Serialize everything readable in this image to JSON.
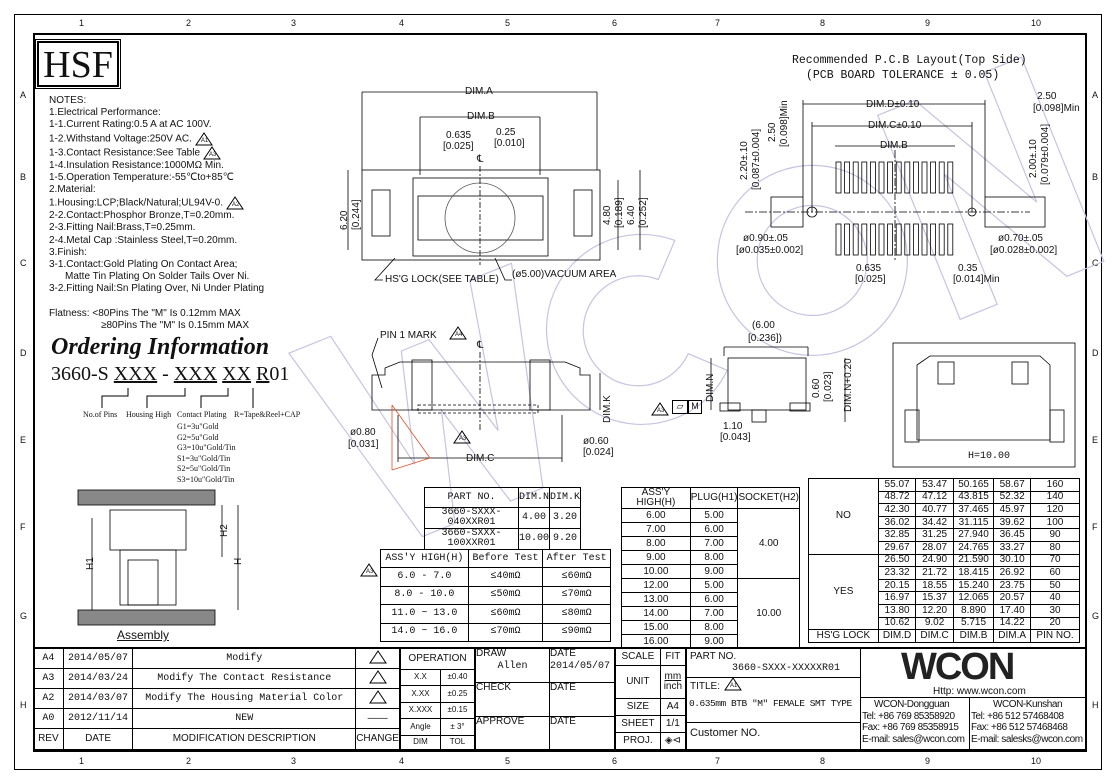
{
  "grid": {
    "columns": [
      "1",
      "2",
      "3",
      "4",
      "5",
      "6",
      "7",
      "8",
      "9",
      "10"
    ],
    "rows": [
      "A",
      "B",
      "C",
      "D",
      "E",
      "F",
      "G",
      "H"
    ]
  },
  "logo": "HSF",
  "watermark": "WCON",
  "notes": [
    "NOTES:",
    "1.Electrical Performance:",
    "1-1.Current Rating:0.5 A at AC 100V.",
    "1-2.Withstand Voltage:250V AC.",
    "1-3.Contact Resistance:See Table",
    "1-4.Insulation Resistance:1000MΩ Min.",
    "1-5.Operation Temperature:-55℃to+85℃",
    "2.Material:",
    "1.Housing:LCP;Black/Natural;UL94V-0.",
    "2-2.Contact:Phosphor Bronze,T=0.20mm.",
    "2-3.Fitting Nail:Brass,T=0.25mm.",
    "2-4.Metal Cap :Stainless Steel,T=0.20mm.",
    "3.Finish:",
    "3-1.Contact:Gold Plating On Contact Area;",
    "    Matte Tin Plating On Solder Tails Over Ni.",
    "3-2.Fitting Nail:Sn Plating Over, Ni Under Plating"
  ],
  "flatness": {
    "label": "Flatness:",
    "line1": "<80Pins The \"M\" Is 0.12mm MAX",
    "line2": "≥80Pins The \"M\" Is 0.15mm MAX"
  },
  "ordering": {
    "title": "Ordering Information",
    "prefix": "3660-S",
    "pins": "XXX",
    "dash": "-",
    "high": "XXX",
    "plating": "XX",
    "r": "R",
    "suffix": "01",
    "labels": {
      "pins": "No.of Pins",
      "high": "Housing High",
      "plating": "Contact Plating",
      "r": "R=Tape&Reel+CAP"
    },
    "plating_options": [
      "G1=3u\"Gold",
      "G2=5u\"Gold",
      "G3=10u\"Gold/Tin",
      "S1=3u\"Gold/Tin",
      "S2=5u\"Gold/Tin",
      "S3=10u\"Gold/Tin"
    ]
  },
  "top_view": {
    "dim_a": "DIM.A",
    "dim_b": "DIM.B",
    "pitch": "0.635",
    "pitch_in": "[0.025]",
    "width": "0.25",
    "width_in": "[0.010]",
    "h620": "6.20",
    "h620_in": "[0.244]",
    "h480": "4.80",
    "h480_in": "[0.189]",
    "h640": "6.40",
    "h640_in": "[0.252]",
    "lock": "HS'G LOCK(SEE TABLE)",
    "vacuum": "(ø5.00)VACUUM AREA",
    "cl": "℄"
  },
  "pcb": {
    "title": "Recommended P.C.B Layout(Top Side)",
    "subtitle": "(PCB BOARD TOLERANCE ± 0.05)",
    "dim_d": "DIM.D±0.10",
    "dim_c": "DIM.C±0.10",
    "dim_b": "DIM.B",
    "h220": "2.20±.10",
    "h220_in": "[0.087±0.004]",
    "l250": "2.50",
    "l250_in": "[0.098]Min",
    "r250": "2.50",
    "r250_in": "[0.098]Min",
    "h200": "2.00±.10",
    "h200_in": "[0.079±0.004]",
    "hole_l": "ø0.90±.05",
    "hole_l_in": "[ø0.035±0.002]",
    "hole_r": "ø0.70±.05",
    "hole_r_in": "[ø0.028±0.002]",
    "pitch": "0.635",
    "pitch_in": "[0.025]",
    "gap": "0.35",
    "gap_in": "[0.014]Min"
  },
  "side_view": {
    "pin1": "PIN 1 MARK",
    "dim_k": "DIM.K",
    "d080": "ø0.80",
    "d080_in": "[0.031]",
    "dim_c": "DIM.C",
    "d060": "ø0.60",
    "d060_in": "[0.024]"
  },
  "end_view": {
    "w600": "(6.00",
    "w600_in": "[0.236])",
    "dim_n": "DIM.N",
    "h060": "0.60",
    "h060_in": "[0.023]",
    "dim_n2": "DIM.N+0.20",
    "d110": "1.10",
    "d110_in": "[0.043]",
    "flat_m": "M"
  },
  "photo": {
    "caption": "H=10.00"
  },
  "assembly": {
    "title": "Assembly",
    "h1": "H1",
    "h2": "H2",
    "h": "H"
  },
  "part_table": {
    "header": [
      "PART NO.",
      "DIM.N",
      "DIM.K"
    ],
    "rows": [
      [
        "3660-SXXX-040XXR01",
        "4.00",
        "3.20"
      ],
      [
        "3660-SXXX-100XXR01",
        "10.00",
        "9.20"
      ]
    ]
  },
  "resistance_table": {
    "header": [
      "ASS'Y HIGH(H)",
      "Before Test",
      "After Test"
    ],
    "rows": [
      [
        "6.0 - 7.0",
        "≤40mΩ",
        "≤60mΩ"
      ],
      [
        "8.0 - 10.0",
        "≤50mΩ",
        "≤70mΩ"
      ],
      [
        "11.0 ~ 13.0",
        "≤60mΩ",
        "≤80mΩ"
      ],
      [
        "14.0 ~ 16.0",
        "≤70mΩ",
        "≤90mΩ"
      ]
    ]
  },
  "height_table": {
    "header": [
      "ASS'Y HIGH(H)",
      "PLUG(H1)",
      "SOCKET(H2)"
    ],
    "rows": [
      [
        "6.00",
        "5.00"
      ],
      [
        "7.00",
        "6.00"
      ],
      [
        "8.00",
        "7.00"
      ],
      [
        "9.00",
        "8.00"
      ],
      [
        "10.00",
        "9.00"
      ],
      [
        "12.00",
        "5.00"
      ],
      [
        "13.00",
        "6.00"
      ],
      [
        "14.00",
        "7.00"
      ],
      [
        "15.00",
        "8.00"
      ],
      [
        "16.00",
        "9.00"
      ]
    ],
    "socket": [
      "4.00",
      "10.00"
    ]
  },
  "pin_table": {
    "footer": [
      "HS'G LOCK",
      "DIM.D",
      "DIM.C",
      "DIM.B",
      "DIM.A",
      "PIN NO."
    ],
    "groups": [
      "NO",
      "YES"
    ],
    "rows": [
      [
        "55.07",
        "53.47",
        "50.165",
        "58.67",
        "160"
      ],
      [
        "48.72",
        "47.12",
        "43.815",
        "52.32",
        "140"
      ],
      [
        "42.30",
        "40.77",
        "37.465",
        "45.97",
        "120"
      ],
      [
        "36.02",
        "34.42",
        "31.115",
        "39.62",
        "100"
      ],
      [
        "32.85",
        "31.25",
        "27.940",
        "36.45",
        "90"
      ],
      [
        "29.67",
        "28.07",
        "24.765",
        "33.27",
        "80"
      ],
      [
        "26.50",
        "24.90",
        "21.590",
        "30.10",
        "70"
      ],
      [
        "23.32",
        "21.72",
        "18.415",
        "26.92",
        "60"
      ],
      [
        "20.15",
        "18.55",
        "15.240",
        "23.75",
        "50"
      ],
      [
        "16.97",
        "15.37",
        "12.065",
        "20.57",
        "40"
      ],
      [
        "13.80",
        "12.20",
        "8.890",
        "17.40",
        "30"
      ],
      [
        "10.62",
        "9.02",
        "5.715",
        "14.22",
        "20"
      ]
    ]
  },
  "revisions": {
    "header": [
      "REV",
      "DATE",
      "MODIFICATION DESCRIPTION",
      "CHANGE"
    ],
    "rows": [
      [
        "A4",
        "2014/05/07",
        "Modify",
        "A4"
      ],
      [
        "A3",
        "2014/03/24",
        "Modify The Contact Resistance",
        "A3"
      ],
      [
        "A2",
        "2014/03/07",
        "Modify The Housing Material Color",
        "A2"
      ],
      [
        "A0",
        "2012/11/14",
        "NEW",
        ""
      ]
    ]
  },
  "tolerance": {
    "title": "OPERATION",
    "rows": [
      [
        "X.X",
        "±0.40"
      ],
      [
        "X.XX",
        "±0.25"
      ],
      [
        "X.XXX",
        "±0.15"
      ],
      [
        "Angle",
        "± 3°"
      ]
    ],
    "footer": [
      "DIM",
      "TOL"
    ]
  },
  "signoff": {
    "draw": "DRAW",
    "drawer": "Allen",
    "date_label": "DATE",
    "draw_date": "2014/05/07",
    "check": "CHECK",
    "approve": "APPROVE"
  },
  "meta": {
    "scale": "SCALE",
    "scale_val": "FIT",
    "unit": "UNIT",
    "unit_val1": "mm",
    "unit_val2": "inch",
    "size": "SIZE",
    "size_val": "A4",
    "sheet": "SHEET",
    "sheet_val": "1/1",
    "proj": "PROJ."
  },
  "part": {
    "label": "PART NO.",
    "value": "3660-SXXX-XXXXXR01",
    "title_label": "TITLE:",
    "title": "0.635mm BTB \"M\" FEMALE SMT TYPE",
    "customer": "Customer NO."
  },
  "company": {
    "logo": "WCON",
    "url": "Http: www.wcon.com",
    "dg": {
      "name": "WCON-Dongguan",
      "tel": "Tel: +86 769 85358920",
      "fax": "Fax: +86 769 85358915",
      "email": "E-mail: sales@wcon.com"
    },
    "ks": {
      "name": "WCON-Kunshan",
      "tel": "Tel: +86 512 57468408",
      "fax": "Fax: +86 512 57468468",
      "email": "E-mail: salesks@wcon.com"
    }
  },
  "triangles": {
    "a1": "A1",
    "a2": "A2",
    "a3": "A3",
    "a4": "A4"
  }
}
